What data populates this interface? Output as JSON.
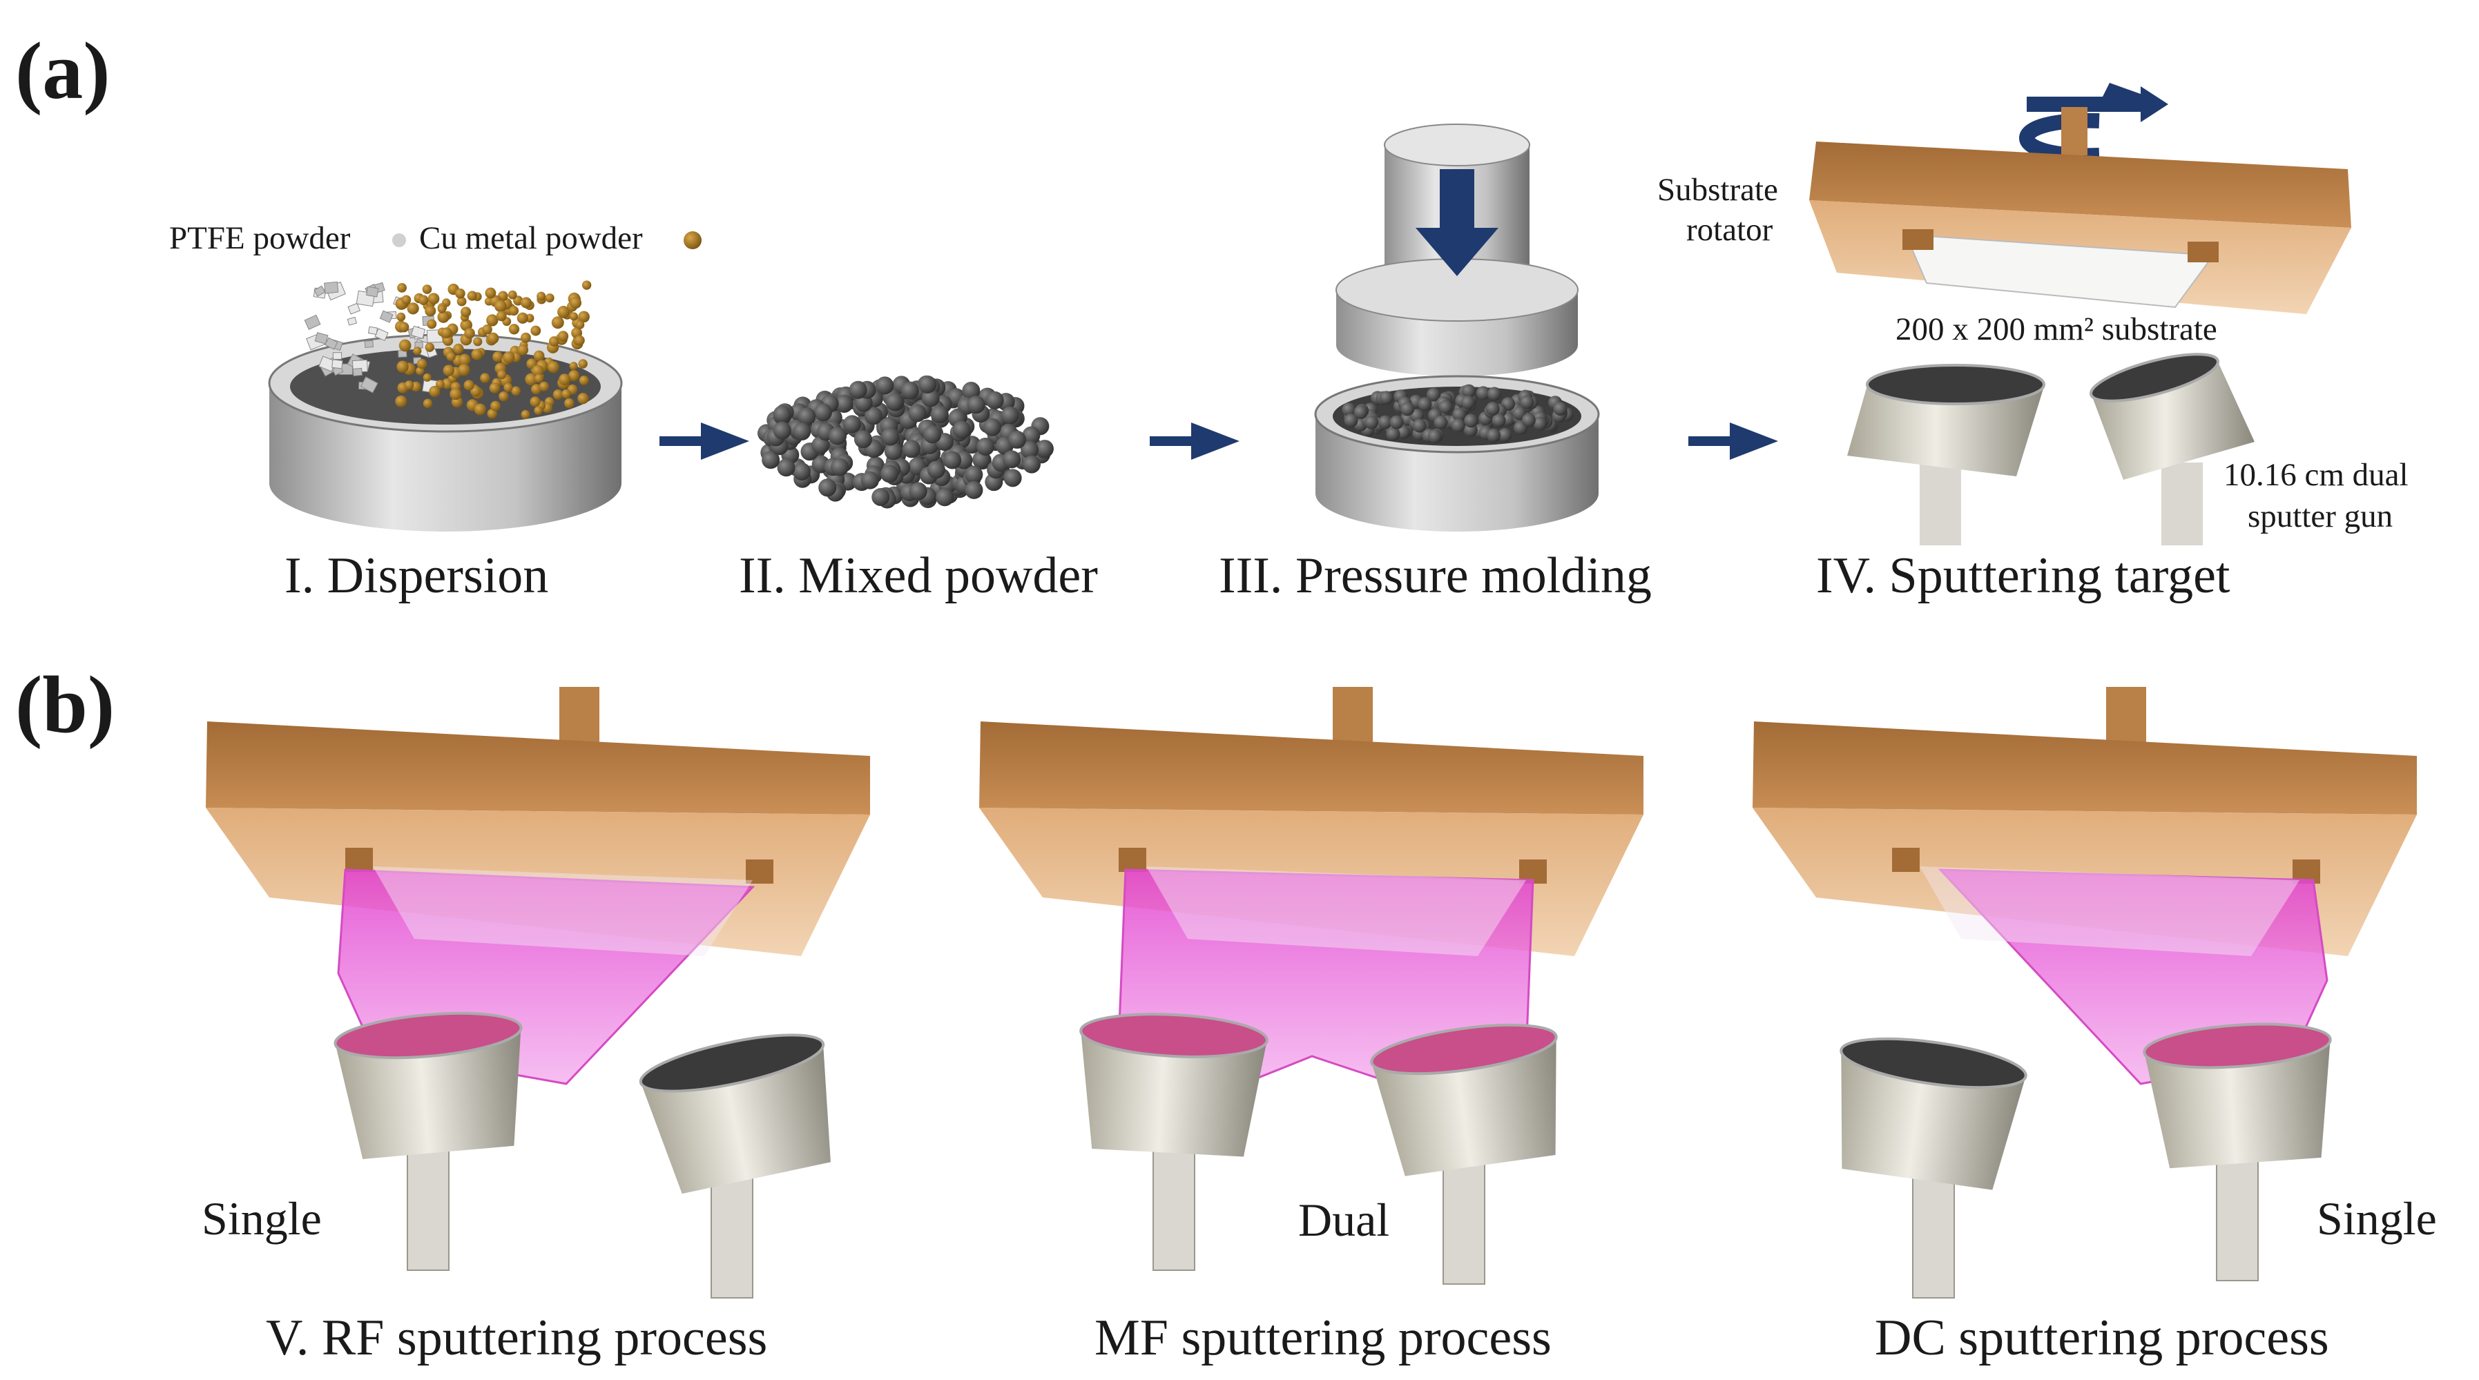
{
  "panels": {
    "a": "(a)",
    "b": "(b)"
  },
  "legend": {
    "ptfe": "PTFE powder",
    "cu": "Cu metal powder"
  },
  "steps": {
    "s1": "I. Dispersion",
    "s2": "II. Mixed powder",
    "s3": "III. Pressure molding",
    "s4": "IV. Sputtering target"
  },
  "annotations": {
    "rotator_line1": "Substrate",
    "rotator_line2": "rotator",
    "substrate": "200 x 200 mm² substrate",
    "gun_line1": "10.16 cm dual",
    "gun_line2": "sputter gun"
  },
  "processes": {
    "rf": {
      "mode": "Single",
      "title": "V. RF sputtering process"
    },
    "mf": {
      "mode": "Dual",
      "title": "MF sputtering process"
    },
    "dc": {
      "mode": "Single",
      "title": "DC sputtering process"
    }
  },
  "colors": {
    "arrow": "#1f3a6e",
    "copper": "#b98048",
    "plasma": "#e44fcf",
    "powder_cu": "#9c7420",
    "powder_mix": "#4b4b4b",
    "metal": "#bfbfbf"
  }
}
